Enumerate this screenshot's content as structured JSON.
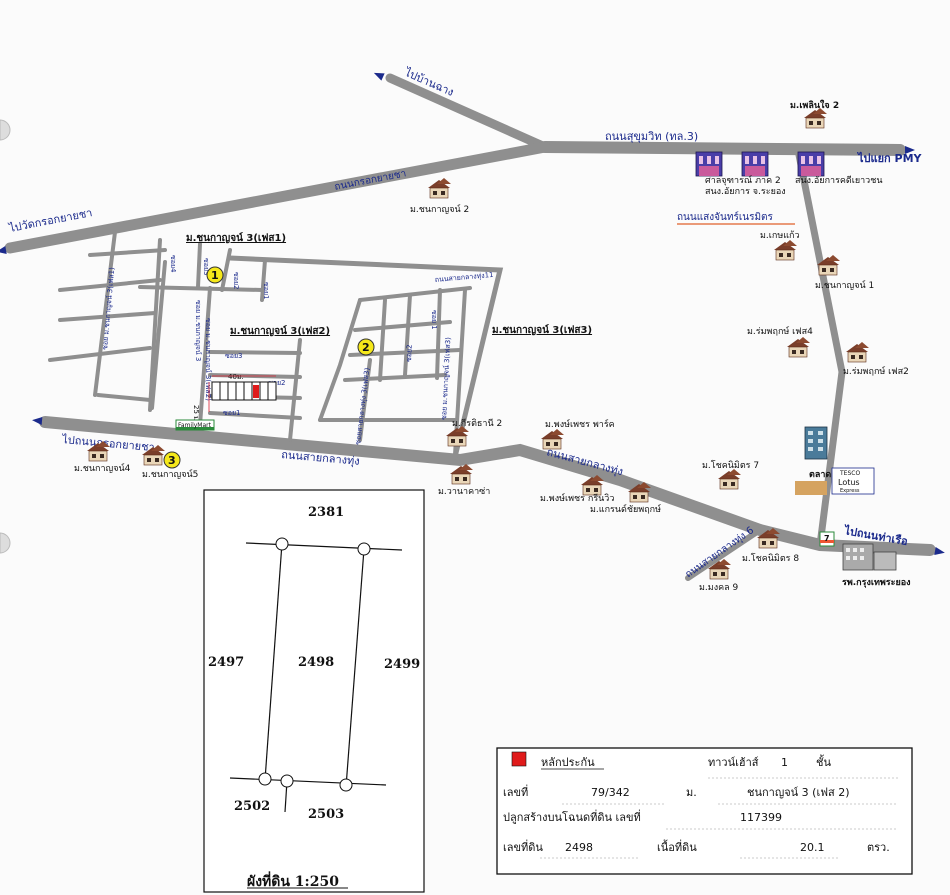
{
  "road_labels": {
    "to_ban_chang": "ไปบ้านฉาง",
    "sukhumvit": "ถนนสุขุมวิท (ทล.3)",
    "to_pmy": "ไปแยก PMY",
    "kroknyaicha": "ถนนกรอกยายชา",
    "to_wat_kroknyaicha": "ไปวัดกรอกยายชา",
    "saengchan": "ถนนแสงจันทร์เนรมิตร",
    "saikangtung_11": "ถนนสายกลางทุ่ง11",
    "to_kroknyaicha_road": "ไปถนนกรอกยายชา",
    "saikangtung_west": "ถนนสายกลางทุ่ง",
    "saikangtung_east": "ถนนสายกลางทุ่ง",
    "saikangtung_6": "ถนนสายกลางทุ่ง 6",
    "to_thanon_tha_ruea": "ไปถนนท่าเรือ"
  },
  "soi_labels": {
    "soi4": "ซอย4",
    "soi3": "ซอย3",
    "soi2": "ซอย2",
    "soi1": "ซอย1",
    "soi_main": "ซอย ม.ชนกาญจน์ 3",
    "soi_a": "ซอย ม.ชนกาญจน์ 3(เฟส1)",
    "soi_b": "ซอย ม.ชนกาญจน์ 3(เฟส2)",
    "soi_c": "ซอย3",
    "soi_d": "ซอย2",
    "soi_e": "ซอย1",
    "soi_f": "ซอยสายกลางทุ่ง 3(เฟส3)",
    "soi_g": "ซอย ม.ชนกาญจน์ 3(เฟส3)",
    "soi_h": "ซอย2",
    "soi_i": "ซอย 1"
  },
  "phases": {
    "phase1": "ม.ชนกาญจน์ 3(เฟส1)",
    "phase2": "ม.ชนกาญจน์ 3(เฟส2)",
    "phase3": "ม.ชนกาญจน์ 3(เฟส3)",
    "num1": "1",
    "num2": "2",
    "num3": "3"
  },
  "villages": {
    "phloenjai2": "ม.เพลินใจ 2",
    "chanakarn2": "ม.ชนกาญจน์ 2",
    "kasemkaew": "ม.เกษแก้ว",
    "chanakarn1": "ม.ชนกาญจน์ 1",
    "romphruek4": "ม.ร่มพฤกษ์ เฟส4",
    "romphruek2": "ม.ร่มพฤกษ์ เฟส2",
    "kritsadani2": "ม.กีรติธานี 2",
    "phonphet_park": "ม.พงษ์เพชร พาร์ค",
    "wananakha": "ม.วานาคาซ่า",
    "phonphet_green": "ม.พงษ์เพชร กรีนวิว",
    "grand_chaiphruek": "ม.แกรนด์ชัยพฤกษ์",
    "chokanimit7": "ม.โชคนิมิตร 7",
    "chokanimit8": "ม.โชคนิมิตร 8",
    "mongkol9": "ม.มงคล 9",
    "chanakarn4": "ม.ชนกาญจน์4",
    "chanakarn5": "ม.ชนกาญจน์5"
  },
  "places": {
    "court": "ศาลจุฑารณ์ ภาค 2",
    "san_rayong": "สนง.อัยการ จ.ระยอง",
    "san_youth": "สนง.อัยการคดีเยาวชน",
    "market": "ตลาด",
    "hospital": "รพ.กรุงเทพระยอง",
    "familymart": "FamilyMart",
    "lotus_top": "TESCO",
    "lotus_name": "Lotus",
    "lotus_sub": "Express",
    "seven": "7"
  },
  "measures": {
    "width_40m": "40ม.",
    "width_25m": "25 ม."
  },
  "plot": {
    "title": "ผังที่ดิน 1:250",
    "top": "2381",
    "left": "2497",
    "center": "2498",
    "right": "2499",
    "bottom_left": "2502",
    "bottom_right": "2503"
  },
  "info": {
    "legend_label": "หลักประกัน",
    "legend_color": "#e01b1b",
    "type_label": "ทาวน์เฮ้าส์",
    "type_count": "1",
    "type_unit": "ชั้น",
    "no_label": "เลขที่",
    "no_value": "79/342",
    "village_label": "ม.",
    "village_value": "ชนกาญจน์ 3 (เฟส 2)",
    "deed_label": "ปลูกสร้างบนโฉนดที่ดิน เลขที่",
    "deed_value": "117399",
    "land_no_label": "เลขที่ดิน",
    "land_no_value": "2498",
    "area_label": "เนื้อที่ดิน",
    "area_value": "20.1",
    "area_unit": "ตรว."
  }
}
